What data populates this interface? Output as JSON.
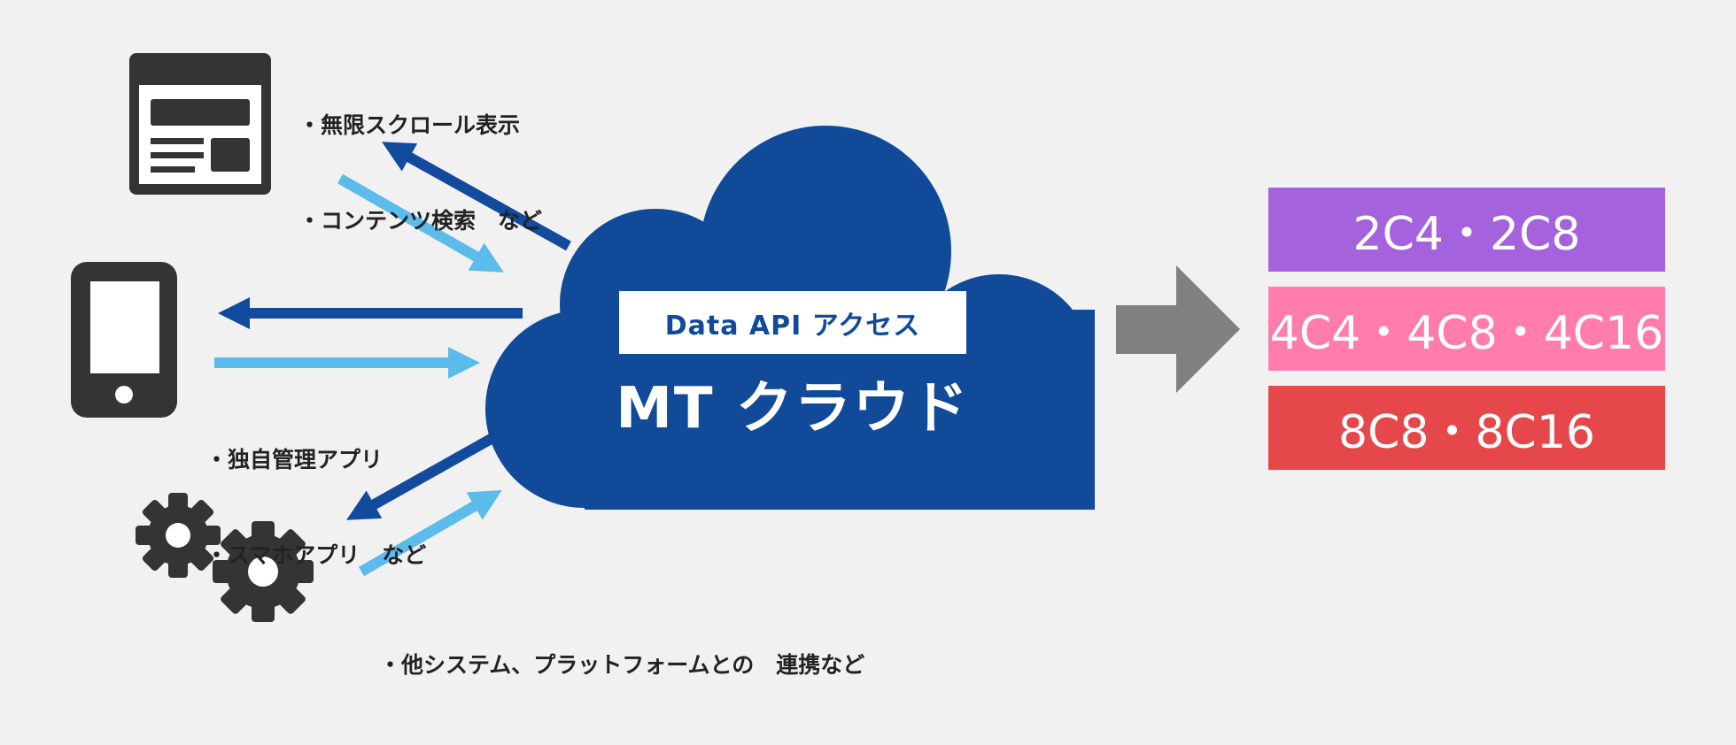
{
  "notes": {
    "web": [
      "・無限スクロール表示",
      "・コンテンツ検索　など"
    ],
    "mobile": [
      "・独自管理アプリ",
      "・スマホアプリ　など"
    ],
    "systems": [
      "・他システム、プラットフォームとの　連携など"
    ]
  },
  "cloud": {
    "api_label": "Data API アクセス",
    "title": "MT クラウド"
  },
  "plans": [
    {
      "label": "2C4・2C8",
      "color": "#a463dc"
    },
    {
      "label": "4C4・4C8・4C16",
      "color": "#ff7cac"
    },
    {
      "label": "8C8・8C16",
      "color": "#e6474a"
    }
  ],
  "colors": {
    "cloud": "#104a98",
    "arrow_dark": "#124a9d",
    "arrow_light": "#5bbbeb",
    "icon": "#343434",
    "big_arrow": "#808080"
  },
  "icons": [
    "browser-window-icon",
    "smartphone-icon",
    "gears-icon",
    "right-arrow-icon"
  ]
}
